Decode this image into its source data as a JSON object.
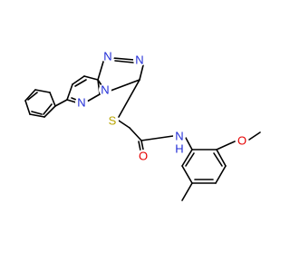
{
  "structure": {
    "atoms": {
      "n_a": {
        "text": "N",
        "color": "#1f2bd6"
      },
      "n_b": {
        "text": "N",
        "color": "#1f2bd6"
      },
      "n_c": {
        "text": "N",
        "color": "#1f2bd6"
      },
      "n_d": {
        "text": "N",
        "color": "#1f2bd6"
      },
      "s": {
        "text": "S",
        "color": "#b8a400"
      },
      "o_carbonyl": {
        "text": "O",
        "color": "#e60000"
      },
      "nh": {
        "text": "N",
        "color": "#1f2bd6"
      },
      "h": {
        "text": "H",
        "color": "#1f2bd6"
      },
      "o_methoxy": {
        "text": "O",
        "color": "#e60000"
      }
    }
  }
}
